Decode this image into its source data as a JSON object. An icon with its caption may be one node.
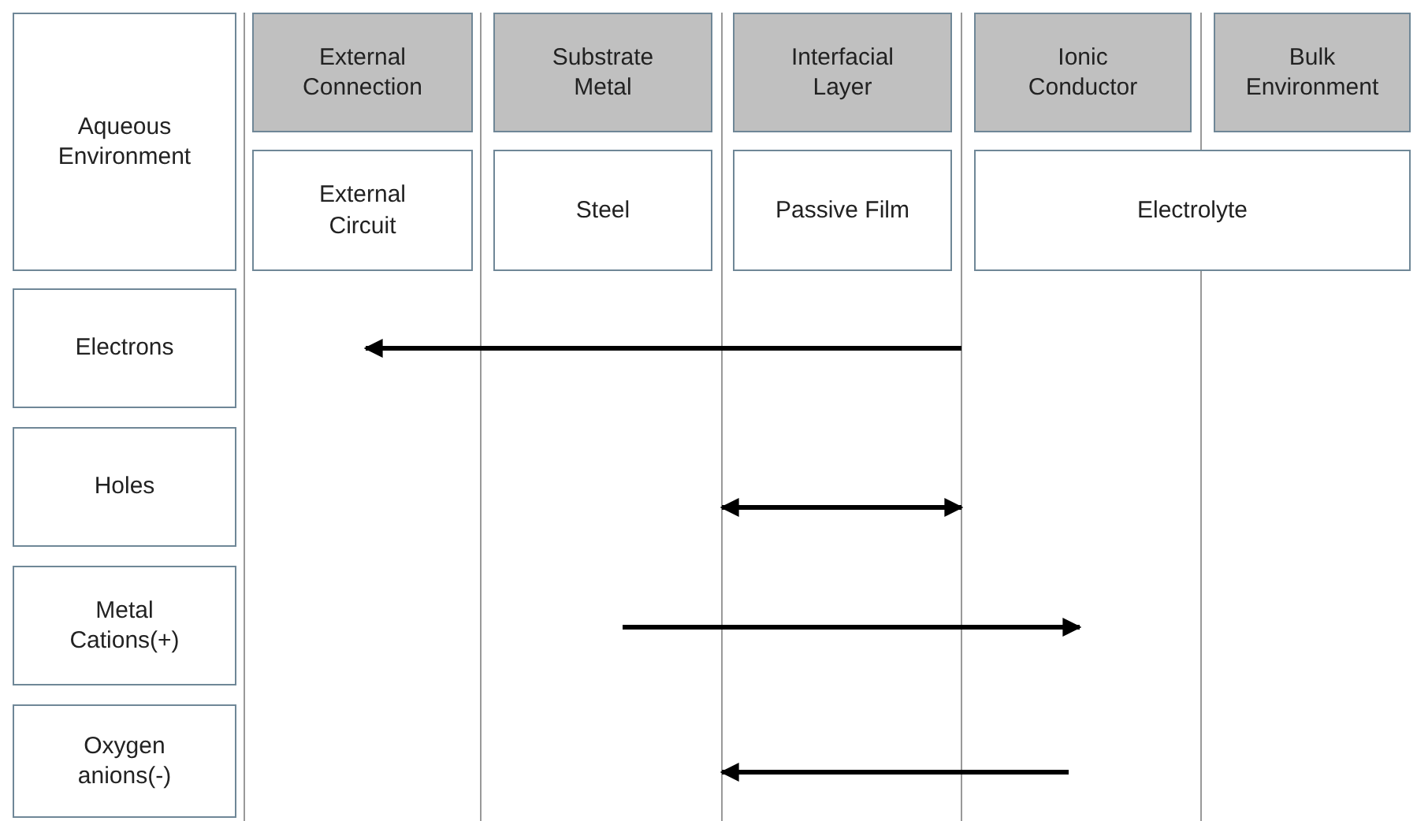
{
  "diagram": {
    "nodes": [
      {
        "text": [
          "Aqueous Environment"
        ]
      },
      {
        "text": [
          "External Connection"
        ]
      },
      {
        "text": [
          "Substrate Metal"
        ]
      },
      {
        "text": [
          "Interfacial Layer"
        ]
      },
      {
        "text": [
          "Ionic Conductor"
        ]
      },
      {
        "text": [
          "Bulk Environment"
        ]
      },
      {
        "text": [
          "External Circuit"
        ]
      },
      {
        "text": [
          "Steel"
        ]
      },
      {
        "text": [
          "Passive Film"
        ]
      },
      {
        "text": [
          "Electrolyte"
        ]
      },
      {
        "text": [
          "Electrons"
        ]
      },
      {
        "text": [
          "Holes"
        ]
      },
      {
        "text": [
          "Metal Cations(+)"
        ]
      },
      {
        "text": [
          "Oxygen anions(-)"
        ]
      }
    ]
  }
}
